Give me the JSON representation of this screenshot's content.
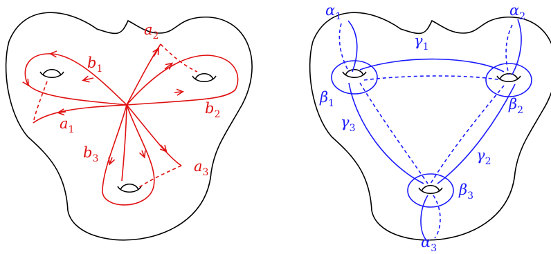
{
  "colors": {
    "outline": "#000000",
    "left_curves": "#e01010",
    "right_curves": "#1a1aff"
  },
  "left_figure": {
    "labels": [
      {
        "id": "a1",
        "symbol": "a",
        "index": "1"
      },
      {
        "id": "a2",
        "symbol": "a",
        "index": "2"
      },
      {
        "id": "a3",
        "symbol": "a",
        "index": "3"
      },
      {
        "id": "b1",
        "symbol": "b",
        "index": "1"
      },
      {
        "id": "b2",
        "symbol": "b",
        "index": "2"
      },
      {
        "id": "b3",
        "symbol": "b",
        "index": "3"
      }
    ]
  },
  "right_figure": {
    "labels": [
      {
        "id": "alpha1",
        "symbol": "α",
        "index": "1"
      },
      {
        "id": "alpha2",
        "symbol": "α",
        "index": "2"
      },
      {
        "id": "alpha3",
        "symbol": "α",
        "index": "3"
      },
      {
        "id": "beta1",
        "symbol": "β",
        "index": "1"
      },
      {
        "id": "beta2",
        "symbol": "β",
        "index": "2"
      },
      {
        "id": "beta3",
        "symbol": "β",
        "index": "3"
      },
      {
        "id": "gamma1",
        "symbol": "γ",
        "index": "1"
      },
      {
        "id": "gamma2",
        "symbol": "γ",
        "index": "2"
      },
      {
        "id": "gamma3",
        "symbol": "γ",
        "index": "3"
      }
    ]
  }
}
